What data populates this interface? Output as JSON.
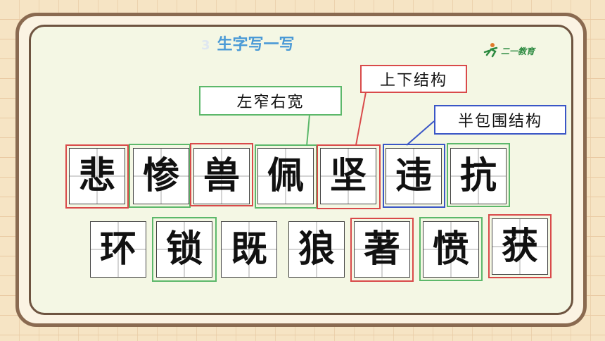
{
  "title": {
    "number": "3",
    "text": "生字写一写"
  },
  "logo": {
    "text": "二一教育",
    "icon": "runner-icon"
  },
  "labels": {
    "green": "左窄右宽",
    "red": "上下结构",
    "blue": "半包围结构"
  },
  "row1": [
    "悲",
    "惨",
    "兽",
    "佩",
    "坚",
    "违",
    "抗"
  ],
  "row2": [
    "环",
    "锁",
    "既",
    "狼",
    "著",
    "愤",
    "获"
  ],
  "colors": {
    "red": "#d94a4a",
    "green": "#5cb86a",
    "blue": "#3a56c6",
    "title": "#4a9ad6"
  }
}
